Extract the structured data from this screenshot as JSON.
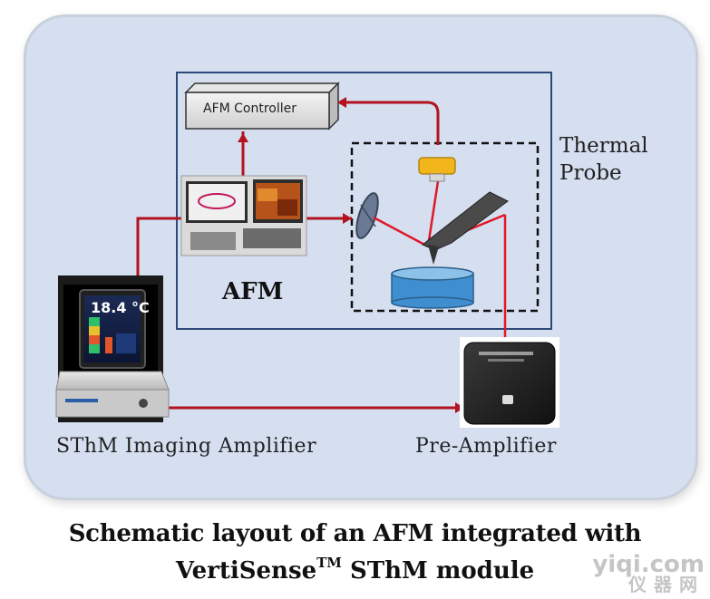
{
  "labels": {
    "afm_controller": "AFM Controller",
    "thermal_probe_line1": "Thermal",
    "thermal_probe_line2": "Probe",
    "afm": "AFM",
    "imaging_amplifier": "SThM Imaging Amplifier",
    "pre_amplifier": "Pre-Amplifier",
    "amplifier_readout": "18.4 °C"
  },
  "caption": {
    "line1": "Schematic layout of an  AFM integrated with",
    "line2_prefix": "VertiSense",
    "line2_sup": "TM",
    "line2_suffix": " SThM module"
  },
  "watermark": {
    "line1": "yiqi.com",
    "line2": "仪器网"
  },
  "colors": {
    "panel_background": "#d5dff0",
    "signal_line": "#b3121e",
    "laser": "#e01828",
    "sample": "#3f8fd0",
    "probe_holder": "#f2b51b"
  }
}
